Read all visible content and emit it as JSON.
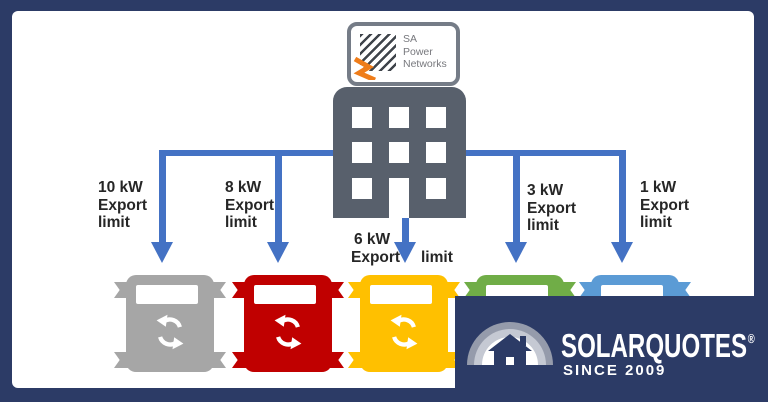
{
  "colors": {
    "navy": "#2c3b66",
    "arrow_blue": "#4472c4",
    "building_gray": "#58606c",
    "label_text": "#262626",
    "sign_border_gray": "#757c87",
    "logo_hatch_gray": "#3f444b",
    "logo_lightning_orange": "#ef7d1a",
    "logo_text_gray": "#77787d",
    "arch_outer_gray": "#959bab",
    "arch_mid_gray": "#c5c9d3"
  },
  "utility_sign": {
    "logo_lines": [
      "SA",
      "Power",
      "Networks"
    ]
  },
  "branches": [
    {
      "name": "10kw",
      "label_lines": [
        "10 kW",
        "Export",
        "limit"
      ],
      "inverter_color": "#a6a6a6"
    },
    {
      "name": "8kw",
      "label_lines": [
        "8 kW",
        "Export",
        "limit"
      ],
      "inverter_color": "#c00000"
    },
    {
      "name": "6kw",
      "label_lines": [
        "6 kW",
        "Export",
        "limit"
      ],
      "inverter_color": "#ffc000"
    },
    {
      "name": "3kw",
      "label_lines": [
        "3 kW",
        "Export",
        "limit"
      ],
      "inverter_color": "#70ad47"
    },
    {
      "name": "1kw",
      "label_lines": [
        "1 kW",
        "Export",
        "limit"
      ],
      "inverter_color": "#5b9bd5"
    }
  ],
  "watermark": {
    "brand": "SOLARQUOTES",
    "registered_mark": "®",
    "tagline": "SINCE 2009"
  }
}
